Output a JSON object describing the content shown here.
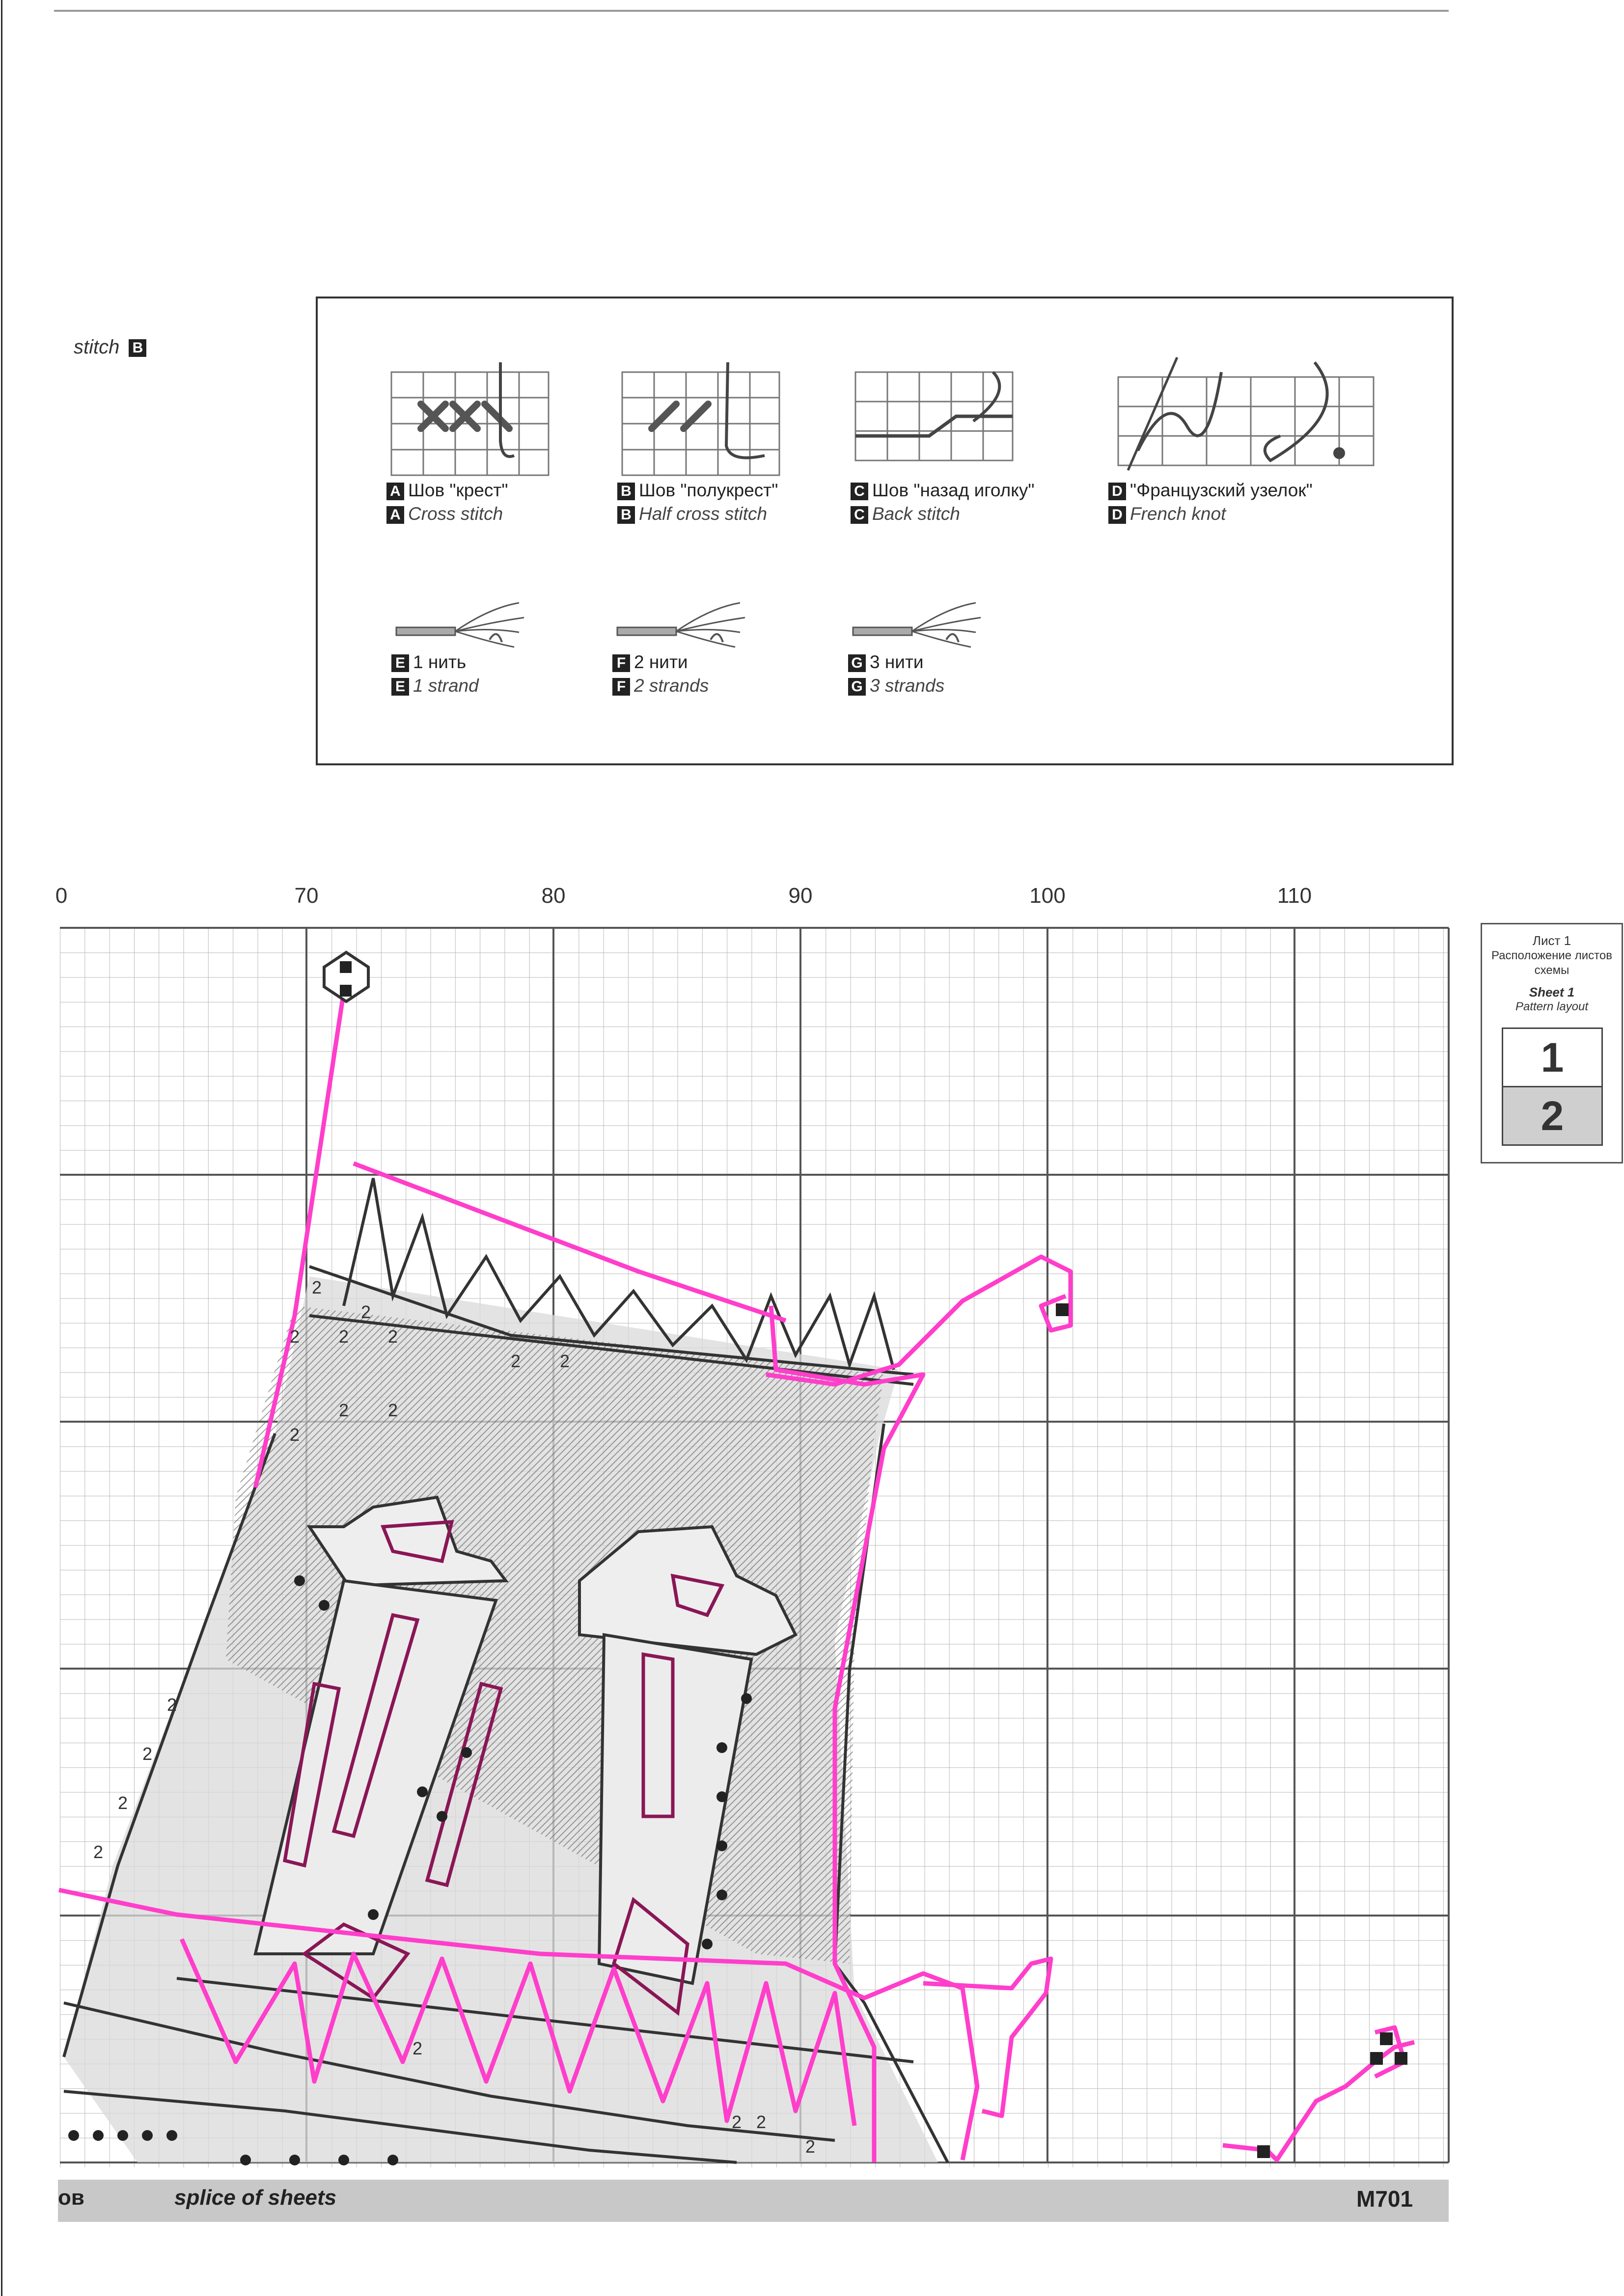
{
  "header": {
    "stitch_caption": "stitch",
    "stitch_caption_badge": "B"
  },
  "legend": {
    "items": [
      {
        "badge": "A",
        "ru": "Шов \"крест\"",
        "en": "Cross stitch",
        "icon": "cross-stitch-icon"
      },
      {
        "badge": "B",
        "ru": "Шов \"полукрест\"",
        "en": "Half cross stitch",
        "icon": "half-cross-stitch-icon"
      },
      {
        "badge": "C",
        "ru": "Шов \"назад иголку\"",
        "en": "Back stitch",
        "icon": "back-stitch-icon"
      },
      {
        "badge": "D",
        "ru": "\"Французский узелок\"",
        "en": "French knot",
        "icon": "french-knot-icon"
      },
      {
        "badge": "E",
        "ru": "1 нить",
        "en": "1 strand",
        "icon": "strand-icon"
      },
      {
        "badge": "F",
        "ru": "2 нити",
        "en": "2 strands",
        "icon": "strand-icon"
      },
      {
        "badge": "G",
        "ru": "3 нити",
        "en": "3 strands",
        "icon": "strand-icon"
      }
    ]
  },
  "sheet": {
    "title_ru": "Лист 1",
    "subtitle_ru": "Расположение листов схемы",
    "title_en": "Sheet 1",
    "subtitle_en": "Pattern layout",
    "cells": [
      "1",
      "2"
    ]
  },
  "chart": {
    "axis_labels": [
      "0",
      "70",
      "80",
      "90",
      "100",
      "110"
    ],
    "symbol_number": "2"
  },
  "footer": {
    "left_fragment": "ов",
    "middle": "splice of sheets",
    "code": "M701"
  },
  "colors": {
    "pink": "#ff3ecb",
    "dark_magenta": "#8a1656",
    "grid_fine": "#b9b9b9",
    "grid_major": "#555555"
  }
}
